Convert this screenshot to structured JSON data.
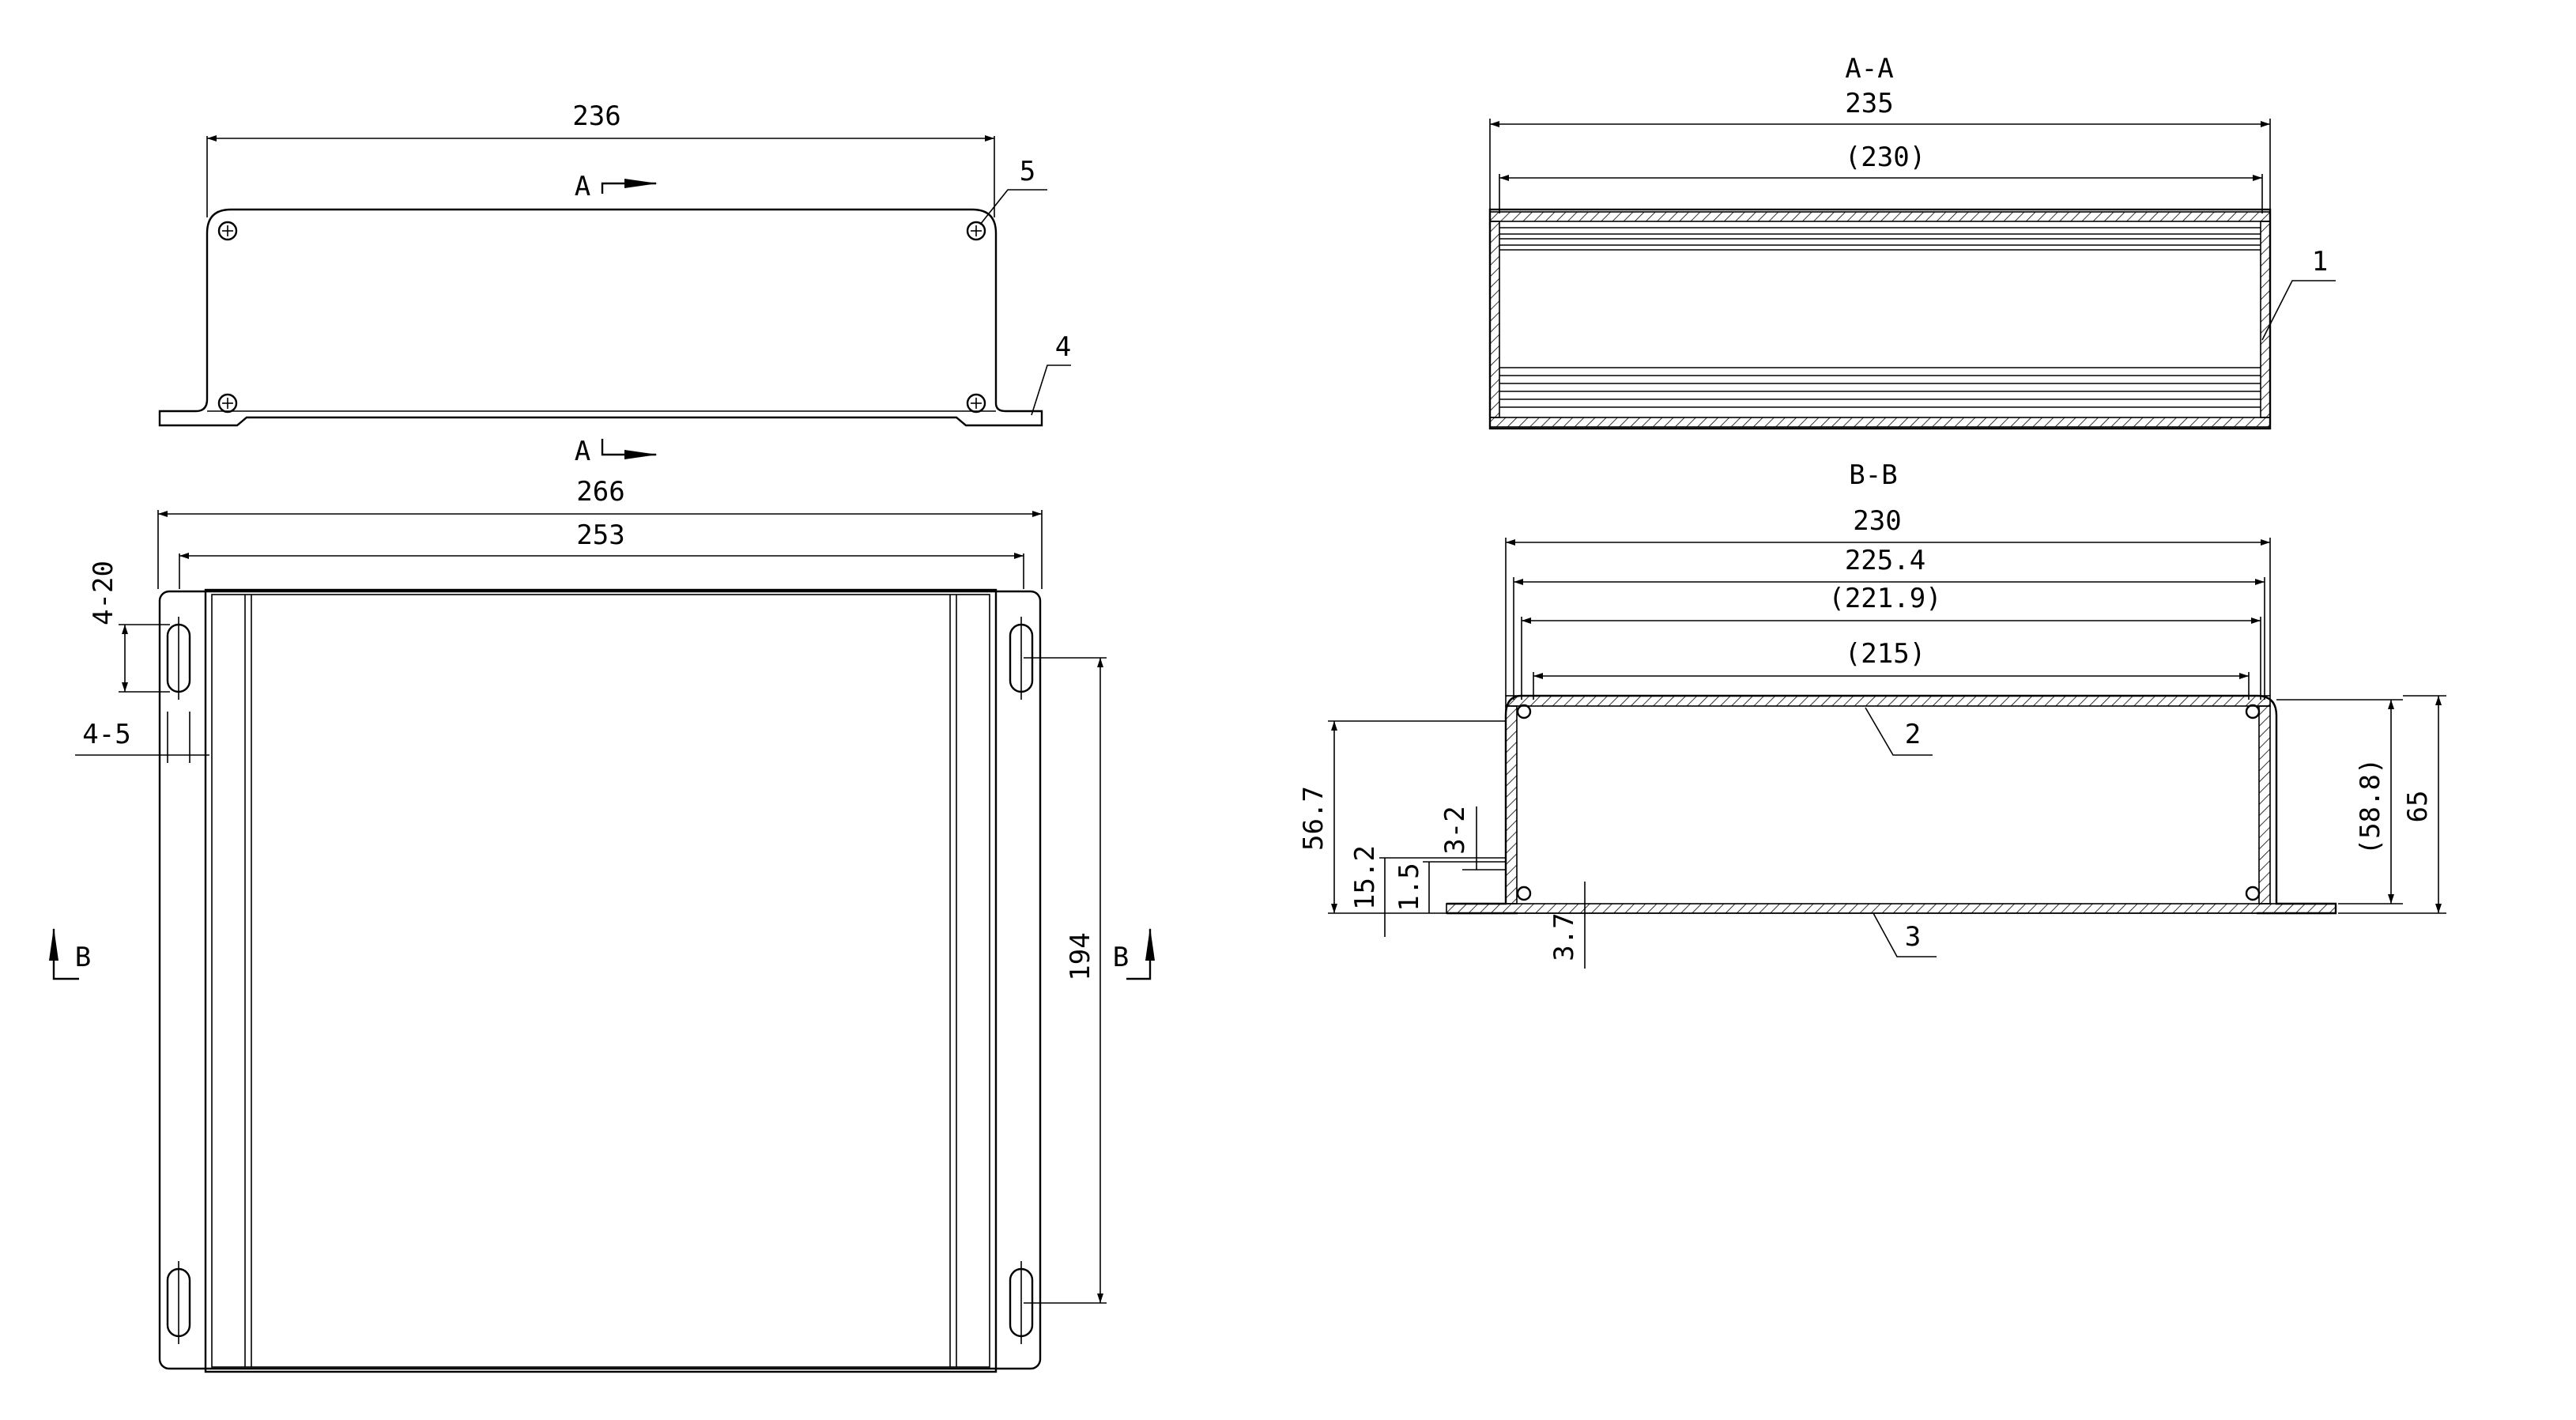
{
  "top_view": {
    "width_label": "236",
    "section_marker_top": "A",
    "section_marker_bottom": "A",
    "callout_5": "5",
    "callout_4": "4"
  },
  "plan_view": {
    "overall_width": "266",
    "inner_width": "253",
    "slot_spec_1": "4-20",
    "slot_spec_2": "4-5",
    "slot_spacing": "194",
    "section_marker_left": "B",
    "section_marker_right": "B"
  },
  "section_aa": {
    "title": "A-A",
    "overall_length": "235",
    "inner_length": "(230)",
    "callout_1": "1"
  },
  "section_bb": {
    "title": "B-B",
    "dim_230": "230",
    "dim_225_4": "225.4",
    "dim_221_9": "(221.9)",
    "dim_215": "(215)",
    "callout_2": "2",
    "callout_3": "3",
    "height_56_7": "56.7",
    "height_15_2": "15.2",
    "height_1_5": "1.5",
    "hole_3_2": "3-2",
    "base_3_7": "3.7",
    "height_58_8": "(58.8)",
    "height_65": "65"
  }
}
